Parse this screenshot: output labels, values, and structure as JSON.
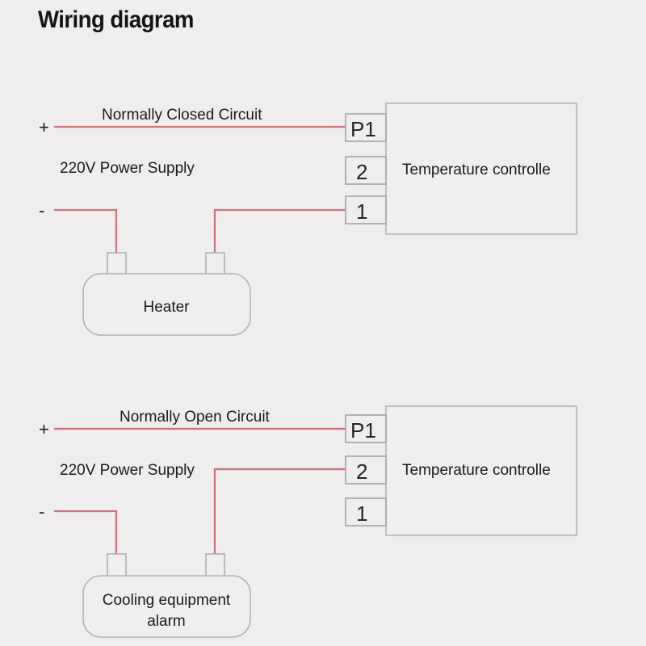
{
  "page": {
    "title": "Wiring diagram",
    "background_color": "#efeded",
    "wire_color": "#c9737d",
    "outline_color": "#9e9e9e",
    "text_color": "#1b1b1b"
  },
  "diagrams": [
    {
      "id": "normally-closed",
      "circuit_label": "Normally Closed Circuit",
      "supply_label": "220V Power Supply",
      "positive_sign": "+",
      "negative_sign": "-",
      "controller_label": "Temperature controlle",
      "terminals": [
        {
          "label": "P1",
          "connected": true
        },
        {
          "label": "2",
          "connected": false
        },
        {
          "label": "1",
          "connected": true
        }
      ],
      "device_label": "Heater",
      "device_label_lines": [
        "Heater"
      ],
      "connected_terminal": "1"
    },
    {
      "id": "normally-open",
      "circuit_label": "Normally Open Circuit",
      "supply_label": "220V Power Supply",
      "positive_sign": "+",
      "negative_sign": "-",
      "controller_label": "Temperature controlle",
      "terminals": [
        {
          "label": "P1",
          "connected": true
        },
        {
          "label": "2",
          "connected": true
        },
        {
          "label": "1",
          "connected": false
        }
      ],
      "device_label": "Cooling equipment alarm",
      "device_label_lines": [
        "Cooling equipment",
        "alarm"
      ],
      "connected_terminal": "2"
    }
  ]
}
